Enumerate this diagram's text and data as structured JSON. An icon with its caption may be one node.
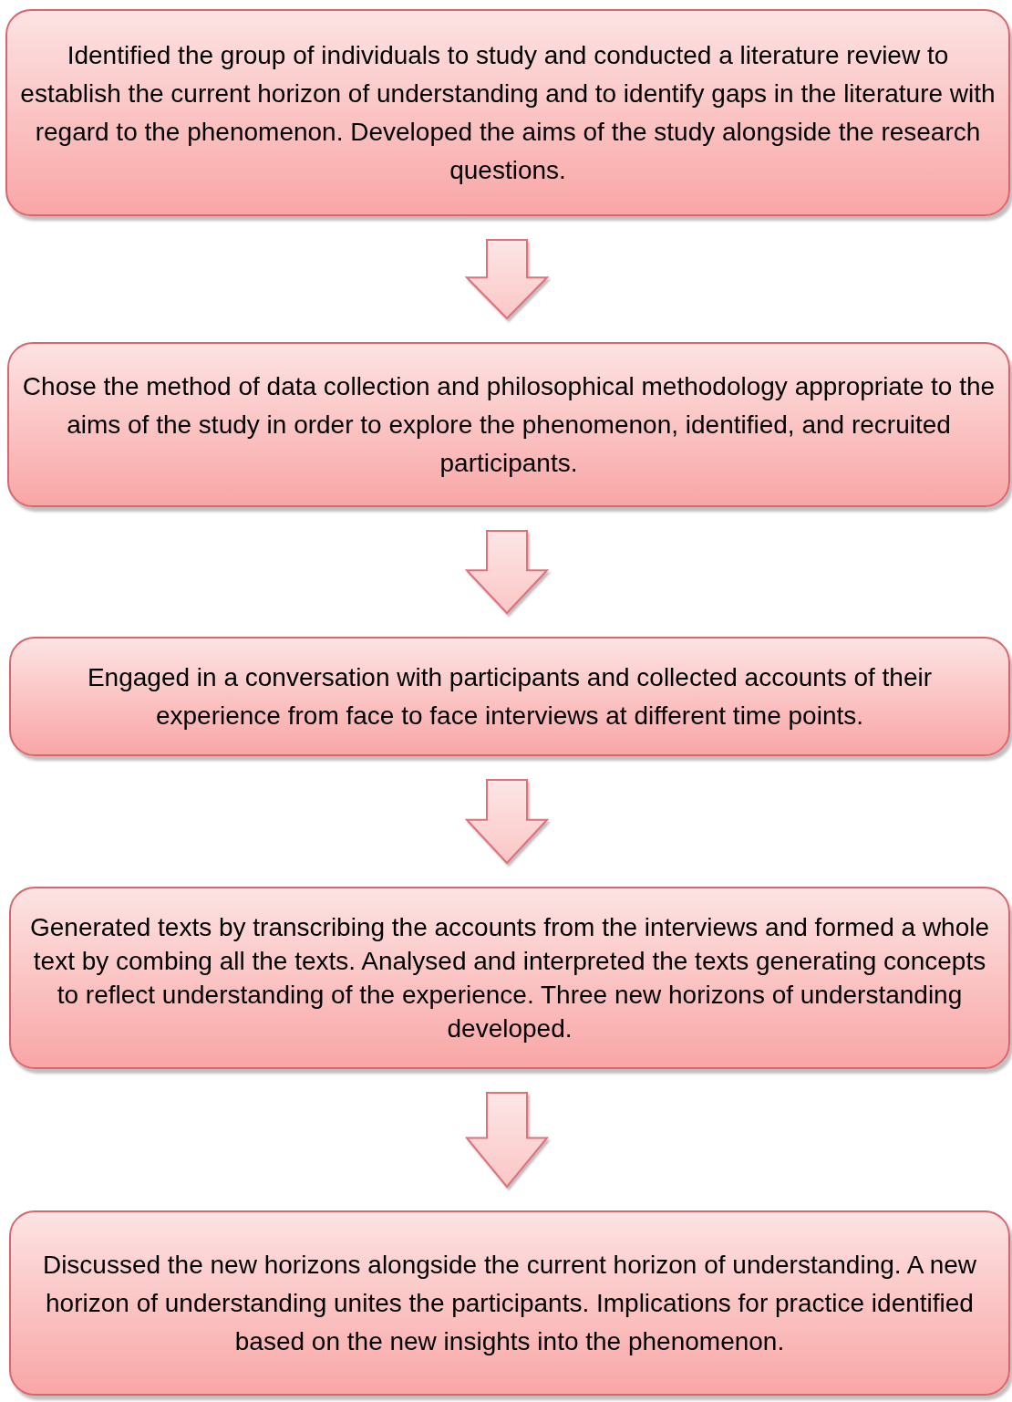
{
  "diagram": {
    "nodes": [
      {
        "text": [
          "Identified the group of individuals to study and conducted a literature review to establish the current horizon of understanding and to identify gaps in the literature with regard to the phenomenon. Developed the aims of the study alongside the research questions."
        ]
      },
      {
        "text": [
          "Chose the method of data collection and philosophical methodology appropriate to the aims of the study in order to explore the phenomenon, identified, and recruited participants."
        ]
      },
      {
        "text": [
          "Engaged in a conversation with participants and collected accounts of their experience from face to face interviews at different time points."
        ]
      },
      {
        "text": [
          "Generated texts by transcribing the accounts from the interviews and formed a whole text by combing all the texts. Analysed and interpreted the texts generating concepts to reflect understanding of the experience. Three new horizons of understanding developed."
        ]
      },
      {
        "text": [
          "Discussed the new horizons alongside the current horizon of understanding. A new horizon of understanding unites the participants. Implications for practice identified based on the new insights into the phenomenon."
        ]
      }
    ],
    "edges": [
      {
        "from": 0,
        "to": 1,
        "arrow": "to"
      },
      {
        "from": 1,
        "to": 2,
        "arrow": "to"
      },
      {
        "from": 2,
        "to": 3,
        "arrow": "to"
      },
      {
        "from": 3,
        "to": 4,
        "arrow": "to"
      }
    ]
  }
}
